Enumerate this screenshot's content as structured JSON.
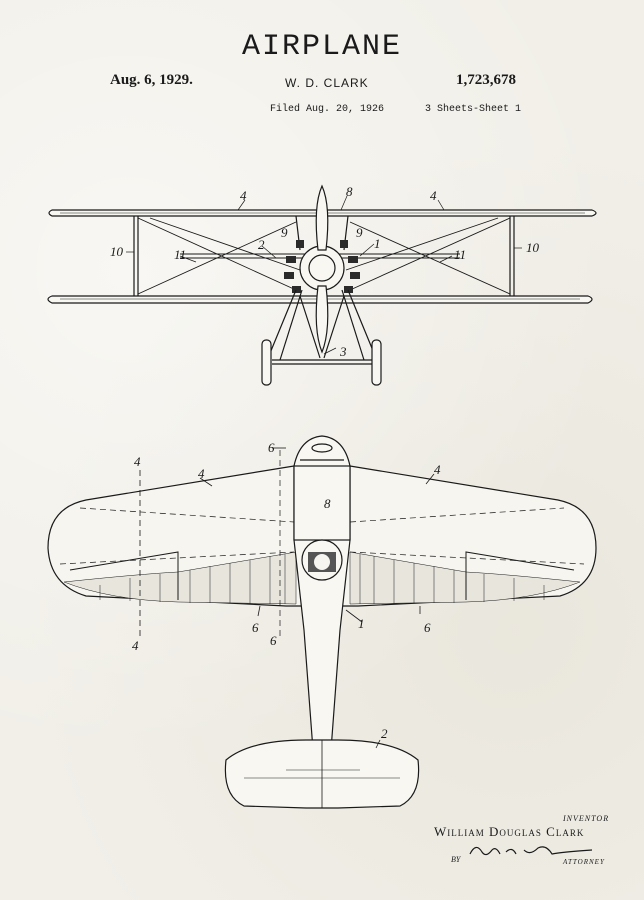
{
  "header": {
    "title": "AIRPLANE",
    "date": "Aug. 6, 1929.",
    "inventor_short": "W. D. CLARK",
    "patent_number": "1,723,678",
    "filed": "Filed Aug. 20, 1926",
    "sheets": "3 Sheets-Sheet  1"
  },
  "front_view_labels": {
    "l4a": "4",
    "l4b": "4",
    "l8": "8",
    "l9a": "9",
    "l9b": "9",
    "l10a": "10",
    "l10b": "10",
    "l11a": "11",
    "l11b": "11",
    "l2": "2",
    "l1": "1",
    "l3": "3"
  },
  "plan_view_labels": {
    "l4a": "4",
    "l4b": "4",
    "l4c": "4",
    "l4d": "4",
    "l6a": "6",
    "l6b": "6",
    "l6c": "6",
    "l6d": "6",
    "l8": "8",
    "l1": "1",
    "l2": "2"
  },
  "signature_block": {
    "inventor_label": "INVENTOR",
    "inventor_name": "William Douglas Clark",
    "by_label": "BY",
    "signature": "Robert A. Lavender",
    "attorney_label": "ATTORNEY"
  }
}
